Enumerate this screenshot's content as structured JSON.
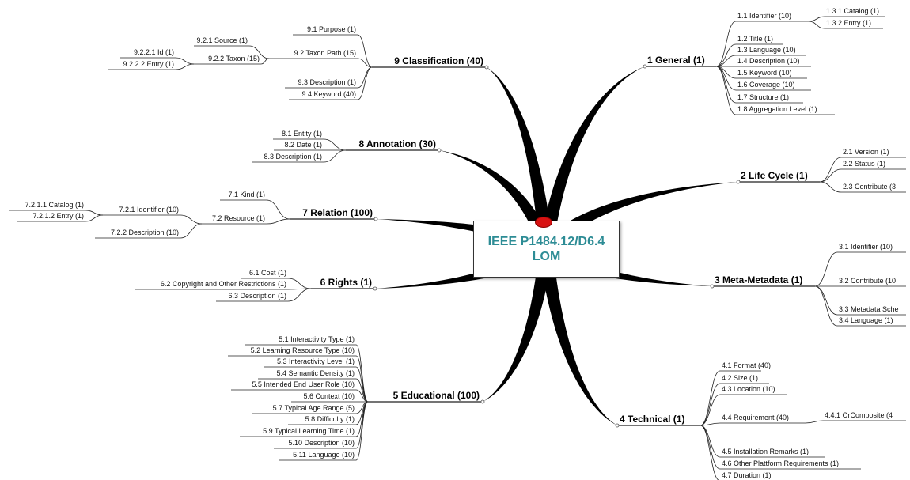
{
  "center": {
    "line1": "IEEE P1484.12/D6.4",
    "line2": "LOM"
  },
  "colors": {
    "title": "#2d8c95",
    "pin": "#d81212",
    "branch": "#000000"
  },
  "branches": {
    "general": {
      "label": "1 General (1)",
      "children": [
        "1.1 Identifier (10)",
        "1.2 Title (1)",
        "1.3 Language (10)",
        "1.4 Description (10)",
        "1.5 Keyword (10)",
        "1.6 Coverage (10)",
        "1.7 Structure (1)",
        "1.8 Aggregation Level (1)"
      ],
      "grandchildren": [
        "1.3.1 Catalog (1)",
        "1.3.2 Entry (1)"
      ]
    },
    "lifecycle": {
      "label": "2 Life Cycle (1)",
      "children": [
        "2.1 Version (1)",
        "2.2 Status (1)",
        "2.3 Contribute (3"
      ]
    },
    "metametadata": {
      "label": "3 Meta-Metadata (1)",
      "children": [
        "3.1 Identifier (10)",
        "3.2 Contribute (10",
        "3.3 Metadata Sche",
        "3.4 Language (1)"
      ]
    },
    "technical": {
      "label": "4 Technical (1)",
      "children": [
        "4.1 Format (40)",
        "4.2 Size (1)",
        "4.3 Location (10)",
        "4.4 Requirement (40)",
        "4.5 Installation Remarks (1)",
        "4.6 Other Plattform Requirements (1)",
        "4.7 Duration (1)"
      ],
      "grandchildren": [
        "4.4.1 OrComposite (4"
      ]
    },
    "educational": {
      "label": "5 Educational (100)",
      "children": [
        "5.1 Interactivity Type (1)",
        "5.2 Learning Resource Type (10)",
        "5.3 Interactivity Level (1)",
        "5.4 Semantic Density (1)",
        "5.5 Intended End User Role (10)",
        "5.6 Context (10)",
        "5.7 Typical Age Range (5)",
        "5.8 Difficulty (1)",
        "5.9 Typical Learning Time (1)",
        "5.10 Description (10)",
        "5.11 Language (10)"
      ]
    },
    "rights": {
      "label": "6 Rights (1)",
      "children": [
        "6.1 Cost (1)",
        "6.2 Copyright and Other Restrictions (1)",
        "6.3 Description (1)"
      ]
    },
    "relation": {
      "label": "7 Relation (100)",
      "children": [
        "7.1 Kind (1)",
        "7.2 Resource (1)"
      ],
      "grandchildren": [
        "7.2.1 Identifier (10)",
        "7.2.2 Description (10)"
      ],
      "great_grandchildren": [
        "7.2.1.1 Catalog (1)",
        "7.2.1.2 Entry (1)"
      ]
    },
    "annotation": {
      "label": "8 Annotation (30)",
      "children": [
        "8.1 Entity (1)",
        "8.2 Date (1)",
        "8.3 Description (1)"
      ]
    },
    "classification": {
      "label": "9 Classification (40)",
      "children": [
        "9.1 Purpose (1)",
        "9.2 Taxon Path (15)",
        "9.3 Description (1)",
        "9.4 Keyword (40)"
      ],
      "grandchildren": [
        "9.2.1 Source (1)",
        "9.2.2 Taxon (15)"
      ],
      "great_grandchildren": [
        "9.2.2.1 Id (1)",
        "9.2.2.2 Entry (1)"
      ]
    }
  }
}
